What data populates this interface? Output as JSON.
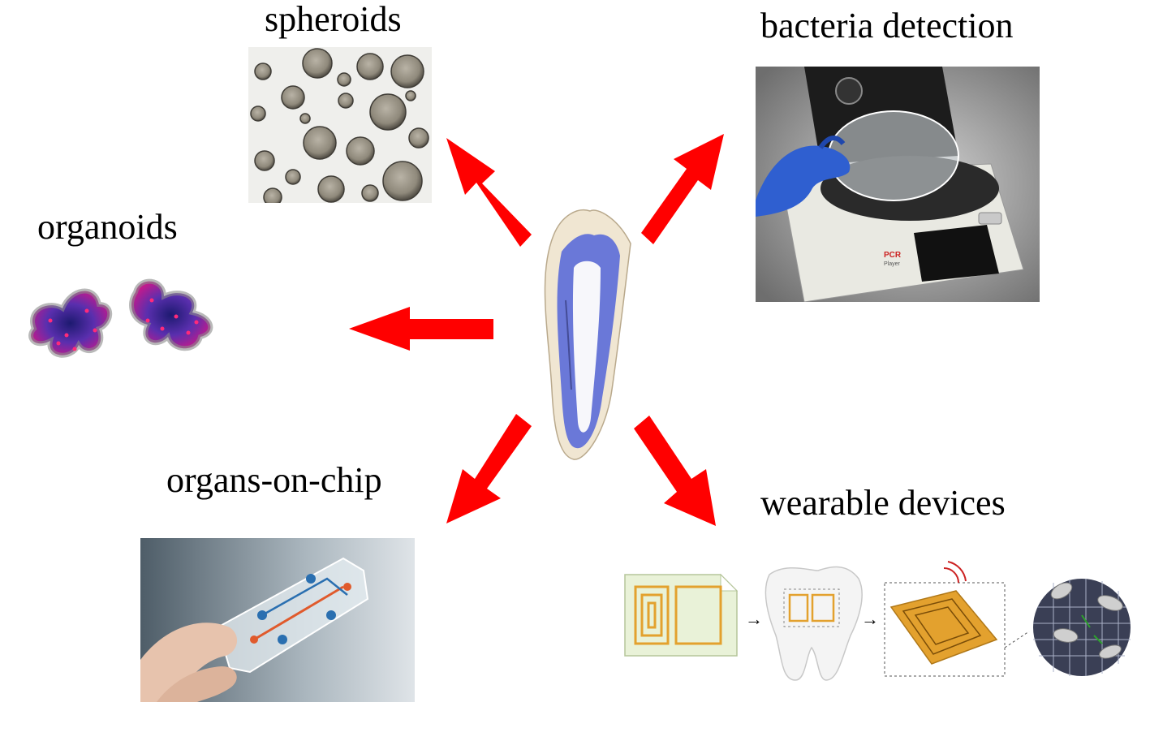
{
  "labels": {
    "spheroids": "spheroids",
    "bacteria_detection": "bacteria detection",
    "organoids": "organoids",
    "organs_on_chip": "organs-on-chip",
    "wearable_devices": "wearable devices"
  },
  "pcr_device": {
    "brand": "PCR",
    "sub": "Player"
  },
  "colors": {
    "arrow": "#ff0000",
    "tooth_stain": "#6a78d8",
    "glove": "#2f5fd0",
    "gold_coil": "#e3a12e",
    "organoid_magenta": "#c21a8c",
    "organoid_blue": "#2a2aa8"
  }
}
